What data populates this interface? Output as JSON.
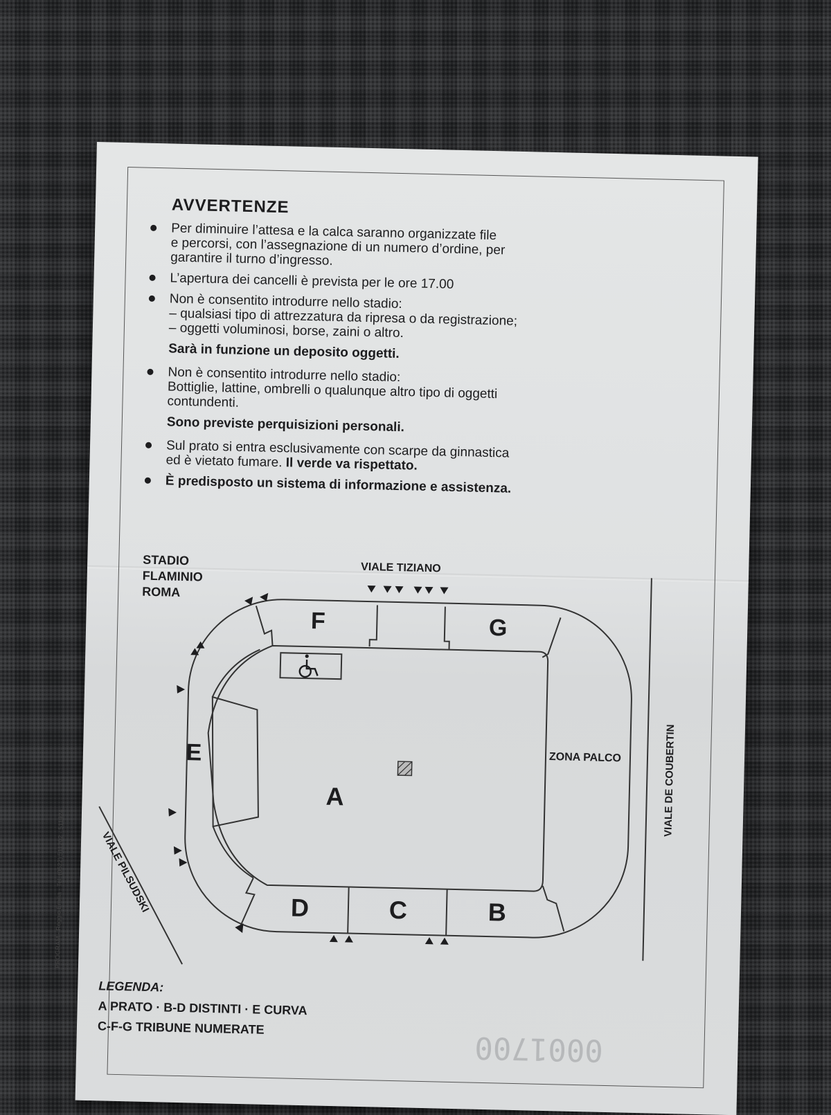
{
  "title": "AVVERTENZE",
  "items": [
    {
      "lines": [
        "Per diminuire l’attesa e la calca saranno organizzate file",
        "e percorsi, con l’assegnazione di un numero d’ordine, per",
        "garantire il turno d’ingresso."
      ]
    },
    {
      "lines": [
        "L’apertura dei cancelli è prevista per le ore  17.00"
      ]
    },
    {
      "lines": [
        "Non è consentito introdurre nello stadio:",
        "– qualsiasi tipo di attrezzatura da ripresa o da registrazione;",
        "– oggetti voluminosi, borse, zaini o altro."
      ]
    },
    {
      "lines": [
        "Non è consentito introdurre nello stadio:",
        "Bottiglie, lattine, ombrelli o qualunque altro tipo di oggetti",
        "contundenti."
      ]
    }
  ],
  "notes": {
    "deposit": "Sarà in funzione un deposito oggetti.",
    "search": "Sono previste perquisizioni personali."
  },
  "grass": {
    "line1": "Sul prato si entra esclusivamente con scarpe da ginnastica",
    "line2_plain": "ed è vietato fumare. ",
    "line2_bold": "Il verde va rispettato."
  },
  "info": "È predisposto un sistema di informazione e assistenza.",
  "map": {
    "stadium_lines": [
      "STADIO",
      "FLAMINIO",
      "ROMA"
    ],
    "streets": {
      "top": "VIALE TIZIANO",
      "right": "VIALE DE COUBERTIN",
      "left": "VIALE PILSUDSKI"
    },
    "sectors": {
      "a": "A",
      "b": "B",
      "c": "C",
      "d": "D",
      "e": "E",
      "f": "F",
      "g": "G"
    },
    "zona_palco": "ZONA PALCO",
    "accessibility_icon": "wheelchair-icon",
    "center_marker_icon": "hatched-square-icon",
    "entrance_marker_icon": "triangle-arrow-icon"
  },
  "legend": {
    "title": "LEGENDA:",
    "line1": "A PRATO  ·  B-D DISTINTI  ·  E CURVA",
    "line2": "C-F-G TRIBUNE NUMERATE"
  },
  "printer_credit": "PROGRAM - Reggio Emilia - Tel. (0522) 511202 - 511924",
  "serial_stamp": "0001700",
  "colors": {
    "paper": "#e0e2e3",
    "ink": "#1d1d1f",
    "fabric": "#262729"
  }
}
